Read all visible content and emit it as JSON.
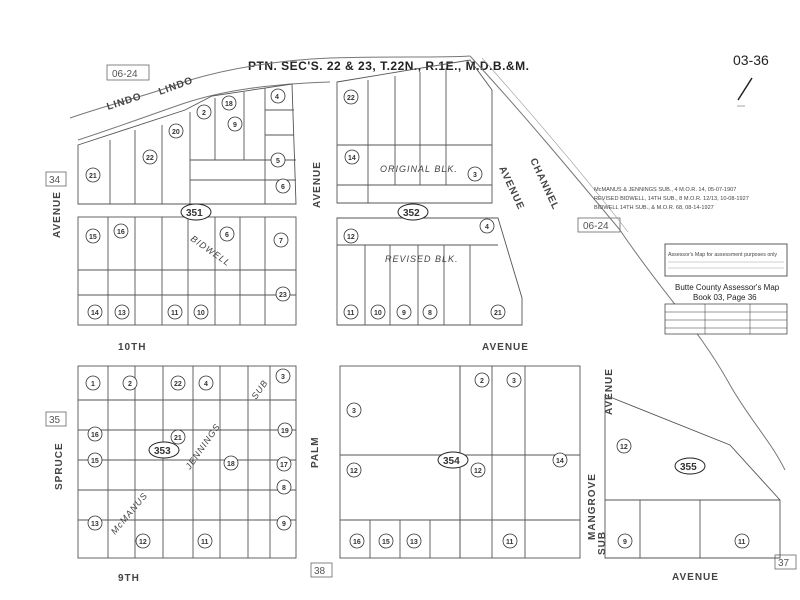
{
  "header": {
    "title": "PTN. SEC'S. 22 & 23, T.22N., R.1E., M.D.B.&M.",
    "page_ref": "03-36"
  },
  "box_refs": {
    "top_left": "06-24",
    "right": "06-24",
    "left_upper": "34",
    "left_lower": "35",
    "bottom_center": "38",
    "bottom_right": "37"
  },
  "streets": {
    "lindo": "LINDO",
    "avenue": "AVENUE",
    "spruce": "SPRUCE",
    "tenth": "10TH",
    "ninth": "9TH",
    "palm": "PALM",
    "channel": "CHANNEL",
    "mangrove": "MANGROVE",
    "sub": "SUB"
  },
  "subdivisions": {
    "original": "ORIGINAL BLK.",
    "revised": "REVISED BLK.",
    "bidwell": "BIDWELL",
    "jennings": "JENNINGS",
    "mcmanus": "McMANUS",
    "sub": "SUB"
  },
  "notes": [
    "McMANUS & JENNINGS SUB., 4 M.O.R. 14, 05-07-1907",
    "REVISED BIDWELL, 14TH SUB., 8 M.O.R. 12/13, 10-08-1927",
    "BIDWELL 14TH SUB., & M.O.R. 68, 08-14-1927"
  ],
  "legend": {
    "disclaimer": "Assessor's Map for assessment purposes only",
    "county": "Butte County Assessor's Map",
    "book_page": "Book 03, Page 36"
  },
  "blocks": {
    "b351": "351",
    "b352": "352",
    "b353": "353",
    "b354": "354",
    "b355": "355"
  },
  "lots": {
    "a1": "4",
    "a2": "18",
    "a3": "2",
    "a4": "20",
    "a5": "22",
    "a6": "21",
    "a7": "6",
    "a8": "5",
    "a9": "9",
    "b1": "22",
    "b2": "14",
    "b3": "3",
    "c1": "15",
    "c2": "16",
    "c3": "6",
    "c4": "7",
    "c5": "23",
    "c6": "14",
    "c7": "13",
    "c8": "11",
    "c9": "10",
    "d1": "12",
    "d2": "4",
    "d3": "11",
    "d4": "10",
    "d5": "9",
    "d6": "8",
    "d7": "21",
    "e1": "1",
    "e2": "2",
    "e3": "22",
    "e4": "4",
    "e5": "3",
    "e6": "16",
    "e7": "15",
    "e8": "13",
    "e9": "12",
    "e10": "21",
    "e11": "19",
    "e12": "18",
    "e13": "17",
    "e14": "9",
    "e15": "11",
    "e16": "8",
    "f1": "2",
    "f2": "3",
    "f3": "3",
    "f4": "12",
    "f5": "12",
    "f6": "16",
    "f7": "15",
    "f8": "13",
    "f9": "11",
    "f10": "14",
    "g1": "12",
    "g2": "9",
    "g3": "11"
  }
}
